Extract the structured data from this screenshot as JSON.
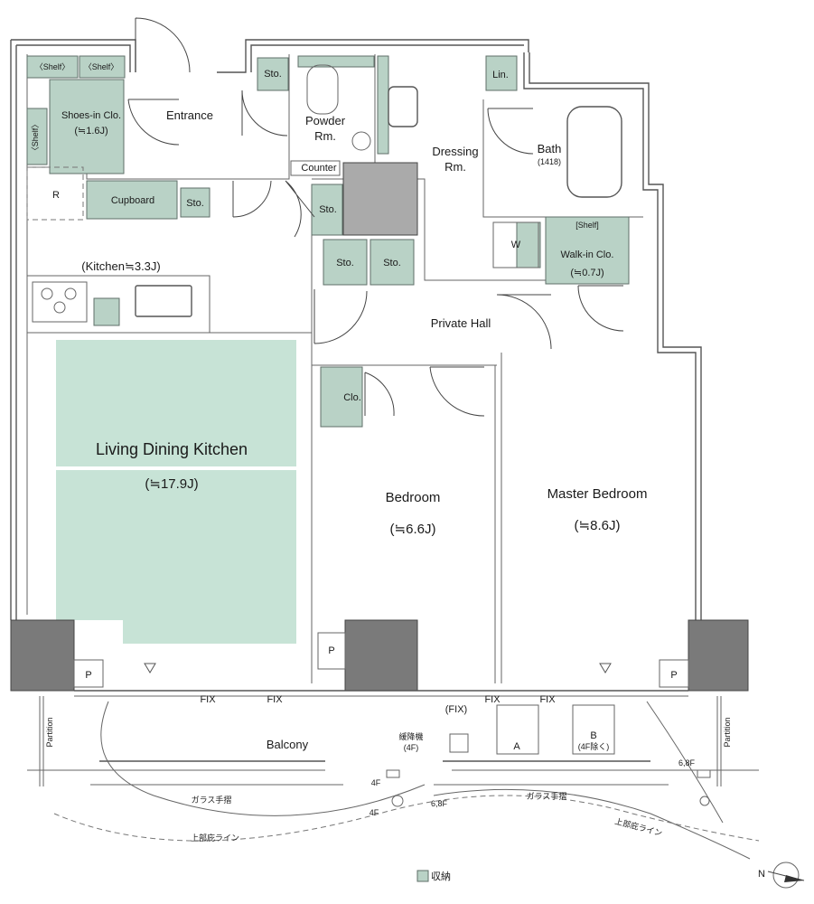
{
  "rooms": {
    "shelf_1": "〈Shelf〉",
    "shelf_2": "〈Shelf〉",
    "shelf_side": "〈Shelf〉",
    "shoes_in_clo": "Shoes-in Clo.",
    "shoes_in_clo_size": "(≒1.6J)",
    "entrance": "Entrance",
    "sto_entrance": "Sto.",
    "powder_rm_1": "Powder",
    "powder_rm_2": "Rm.",
    "counter": "Counter",
    "lin": "Lin.",
    "dressing_rm_1": "Dressing",
    "dressing_rm_2": "Rm.",
    "bath": "Bath",
    "bath_size": "(1418)",
    "refrigerator": "R",
    "cupboard": "Cupboard",
    "sto_kitchen": "Sto.",
    "sto_hall": "Sto.",
    "kitchen": "(Kitchen≒3.3J)",
    "washer": "W",
    "walk_in_shelf": "[Shelf]",
    "walk_in_clo": "Walk-in Clo.",
    "walk_in_clo_size": "(≒0.7J)",
    "sto_a": "Sto.",
    "sto_b": "Sto.",
    "private_hall": "Private Hall",
    "clo": "Clo.",
    "ldk": "Living Dining Kitchen",
    "ldk_size": "(≒17.9J)",
    "bedroom": "Bedroom",
    "bedroom_size": "(≒6.6J)",
    "master_bedroom": "Master Bedroom",
    "master_bedroom_size": "(≒8.6J)",
    "p_left": "P",
    "p_mid": "P",
    "p_right": "P"
  },
  "windows": {
    "fix_1": "FIX",
    "fix_2": "FIX",
    "fix_3": "(FIX)",
    "fix_4": "FIX",
    "fix_5": "FIX"
  },
  "balcony": {
    "label": "Balcony",
    "partition_left": "Partition",
    "partition_right": "Partition",
    "escape_1": "緩降機",
    "escape_2": "(4F)",
    "hatch_a": "A",
    "hatch_b": "B",
    "hatch_b_note": "(4F除く)",
    "glass_rail_left": "ガラス手摺",
    "glass_rail_right": "ガラス手摺",
    "eave_left": "上部庇ライン",
    "eave_right": "上部庇ライン",
    "floor_4f_1": "4F",
    "floor_4f_2": "4F",
    "floor_68f_1": "6,8F",
    "floor_68f_2": "6,8F"
  },
  "legend": {
    "storage": "収納",
    "storage_color": "#b9d2c6"
  },
  "compass": {
    "north": "N"
  }
}
